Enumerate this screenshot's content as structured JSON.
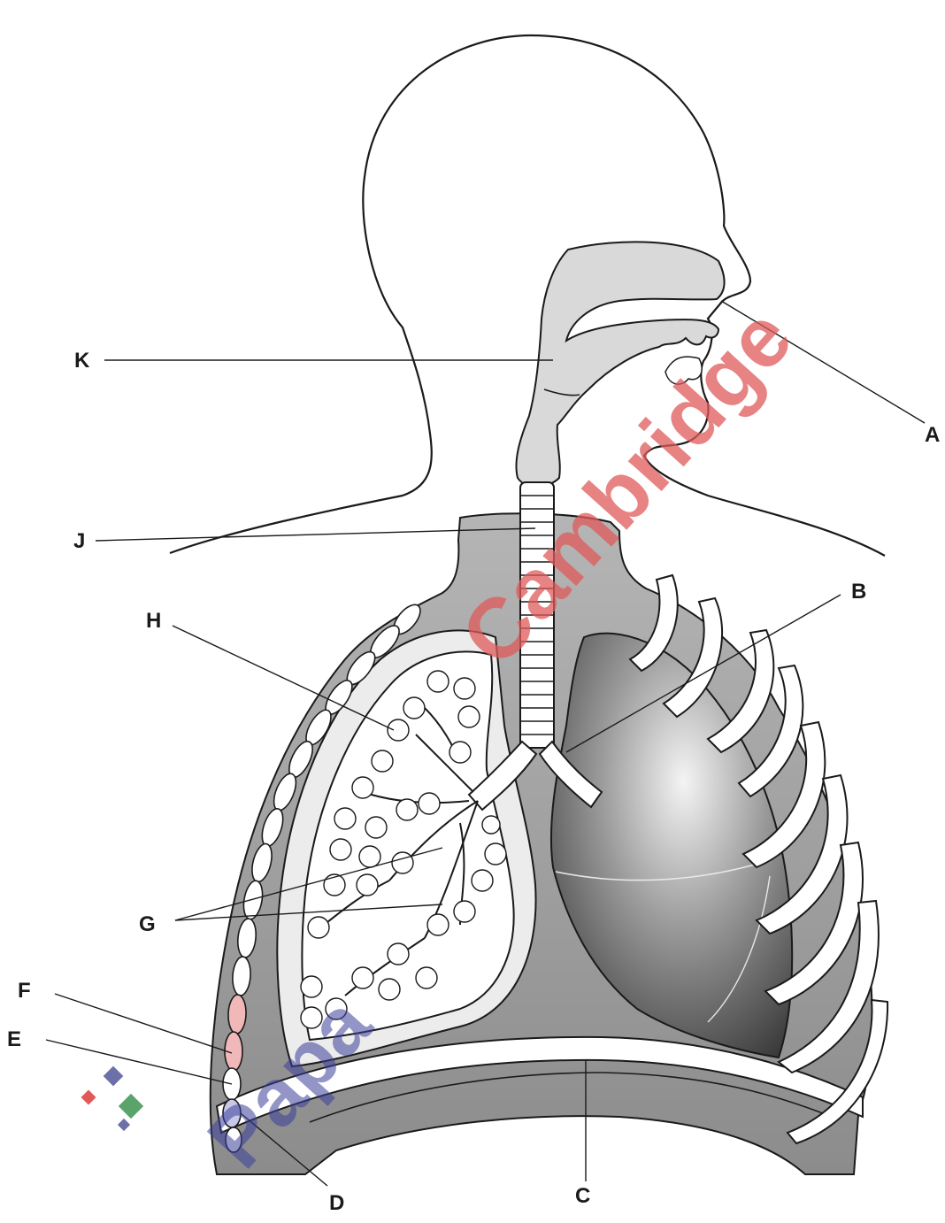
{
  "labels": {
    "A": "A",
    "B": "B",
    "C": "C",
    "D": "D",
    "E": "E",
    "F": "F",
    "G": "G",
    "H": "H",
    "J": "J",
    "K": "K"
  },
  "watermark": {
    "text_main": "Cambridge",
    "text_secondary": "Papa",
    "color_main": "#e05a5a",
    "color_secondary": "#3b3f9a"
  },
  "colors": {
    "outline": "#1a1a1a",
    "airway_fill": "#d9d9d9",
    "thorax_fill": "#9a9a9a",
    "lung_dark": "#4a4a4a"
  }
}
